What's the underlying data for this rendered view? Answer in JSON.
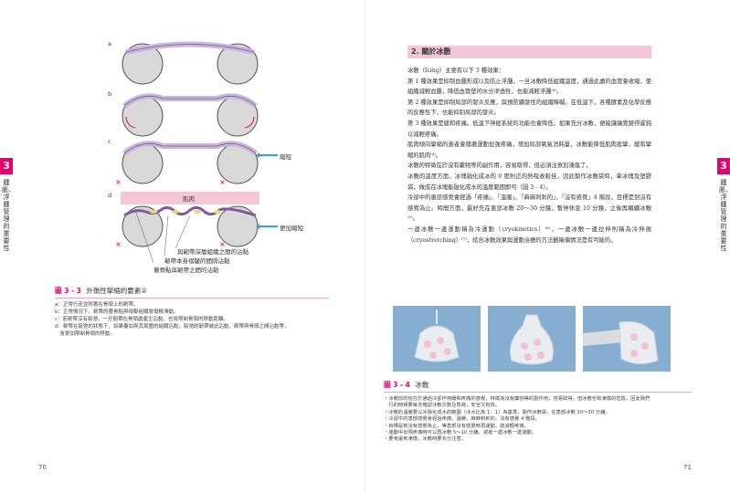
{
  "left_page": {
    "chapter_tab": "3",
    "side_title": "腫脹、浮腫管理的重要性",
    "page_number": "70",
    "figure": {
      "row_labels": [
        "a",
        "b",
        "c",
        "d"
      ],
      "arrow_label_c": "縮短",
      "muscle_label": "肌肉",
      "arrow_label_d": "更加縮短",
      "pointer_labels": [
        "與韌帶深層組織之間的沾黏",
        "韌帶本身褶皺的間隔沾黏",
        "著骨點與韌帶之間的沾黏"
      ]
    },
    "caption": {
      "mark": "圖 3 - 3",
      "title": "外傷性攣縮的要素②",
      "lines": [
        "a：正常行走並附著在骨頭上的韌帶。",
        "b：正常情況下，韌帶的著骨點與相鄰組織會順暢滑動。",
        "c：若韌帶沒有鬆弛，一旦韌帶在骨頭處產生沾黏，也會限制骨頭的移動距離。",
        "d：韌帶在鬆弛的狀態下，如果疊加與其周圍的組織沾黏，鬆弛的韌帶被此沾黏，韌帶與骨頭之間沾黏等，",
        "　會更加限制骨頭的移動。"
      ]
    }
  },
  "right_page": {
    "chapter_tab": "3",
    "side_title": "腫脹、浮腫管理的重要性",
    "page_number": "71",
    "section_heading": "2. 關於冰敷",
    "paragraphs": [
      "冰敷（Icing）主要有以下 3 種效果：",
      "第 1 種效果是抑制血腫形成以及防止浮腫。一旦冰敷降低組織溫度，通過此處的血管會收縮，使組織減輕血腫，降低血管壁的水分滲透性，也能減輕浮腫⁽⁶⁾。",
      "第 2 種效果是抑制局部的發炎反應，與預防續發性的組織障礙。在低溫下，各種酵素及化學反應的反應性下，也能抑制局部的發炎。",
      "第 3 種效果是緩和疼痛。低溫下神經系統的功能也會降低，如果充分冰敷，便能讓痛覺變得遲鈍以減輕疼痛。",
      "肌肉傾向攣縮的患者會隨著運動加強疼痛，增加局部氧氣消耗量，冰敷能降低肌肉痙攣，緩和攣縮的肌肉⁽⁴⁾。",
      "冰敷的特徵在於沒有藥物等的副作用，容易取得，但必須注意別凍傷了。",
      "冰敷的溫度方面，冰塊融化成冰的 0 度附近的熱吸收較佳，因此製作冰敷袋時，拿冰塊及塑膠袋，做成在冰塊能融化成水的溫度範圍即可（圖 3 - 4）。",
      "冷卻中的患部感覺會經過「疼痛」、「溫暖」、「麻麻刺刺的」、「沒有感覺」4 階段，目標是到沒有感覺為止。時間方面，最好先在患部冰敷 20～30 分鐘，暫停休息 10 分鐘，之後再繼續冰敷⁽⁵⁾。",
      "一邊冰敷一邊運動稱為冷運動（cryokinetics）⁽⁶⁾，一邊冰敷一邊拉伸則稱為冷伸展（cryostretching）⁽⁷⁾，結合冰敷效果與運動治療的方法觀稱偶情況是有可能的。"
    ],
    "photo_caption": {
      "mark": "圖 3 - 4",
      "title": "冰敷",
      "lines": [
        "・冰敷前的恰在於通過冷卻作用緩和疼痛的感覺，特徵為沒有藥物等的副作用，容易取得，但冰敷也有凍傷的危險，因此我們",
        "　行的時候要每天確認冰敷次數及負荷，安全又有效。",
        "・冰敷的溫度要以冰融化成水的範圍（冰水比為 1：1）為基準，製作冰敷袋，在患部冰敷 20～30 分鐘。",
        "・冷卻中的患部感覺會經過疼痛、溫暖、麻麻刺刺的、沒有感覺 4 階段。",
        "・目標是到沒有感覺為止。等患部沒有感覺時再運動，能減輕疼痛。",
        "・運動中出現疼痛時可以再冰敷 5～10 分鐘，或者一邊冰敷一邊運動。",
        "・要考慮到凍傷，冰敷時要充分注意。"
      ]
    }
  }
}
